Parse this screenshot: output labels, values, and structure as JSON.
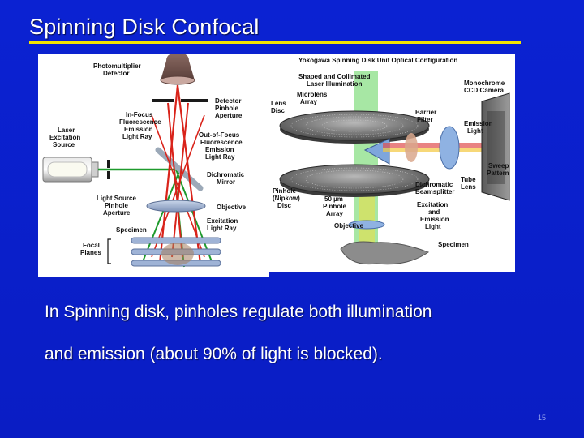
{
  "slide": {
    "title": "Spinning Disk Confocal",
    "caption_line1": "In Spinning disk, pinholes regulate both illumination",
    "caption_line2": "and emission (about 90% of light is blocked).",
    "page_number": "15"
  },
  "left_diagram": {
    "labels": {
      "pmt1": "Photomultiplier",
      "pmt2": "Detector",
      "detpin1": "Detector",
      "detpin2": "Pinhole",
      "detpin3": "Aperture",
      "infocus1": "In-Focus",
      "infocus2": "Fluorescence",
      "infocus3": "Emission",
      "infocus4": "Light Ray",
      "laser1": "Laser",
      "laser2": "Excitation",
      "laser3": "Source",
      "oof1": "Out-of-Focus",
      "oof2": "Fluorescence",
      "oof3": "Emission",
      "oof4": "Light Ray",
      "dich1": "Dichromatic",
      "dich2": "Mirror",
      "lsp1": "Light Source",
      "lsp2": "Pinhole",
      "lsp3": "Aperture",
      "objective": "Objective",
      "exc1": "Excitation",
      "exc2": "Light Ray",
      "specimen": "Specimen",
      "focal1": "Focal",
      "focal2": "Planes"
    }
  },
  "right_diagram": {
    "labels": {
      "title": "Yokogawa Spinning Disk Unit Optical Configuration",
      "shaped1": "Shaped and Collimated",
      "shaped2": "Laser Illumination",
      "lens1": "Lens",
      "lens2": "Disc",
      "micro1": "Microlens",
      "micro2": "Array",
      "mono1": "Monochrome",
      "mono2": "CCD Camera",
      "barrier1": "Barrier",
      "barrier2": "Filter",
      "emis1": "Emission",
      "emis2": "Light",
      "sweep1": "Sweep",
      "sweep2": "Pattern",
      "tube1": "Tube",
      "tube2": "Lens",
      "dichro1": "Dichromatic",
      "dichro2": "Beamsplitter",
      "pinhole1": "Pinhole",
      "pinhole2": "(Nipkow)",
      "pinhole3": "Disc",
      "array1": "50 µm",
      "array2": "Pinhole",
      "array3": "Array",
      "excemis1": "Excitation",
      "excemis2": "and",
      "excemis3": "Emission",
      "excemis4": "Light",
      "objective": "Objective",
      "specimen": "Specimen"
    }
  }
}
